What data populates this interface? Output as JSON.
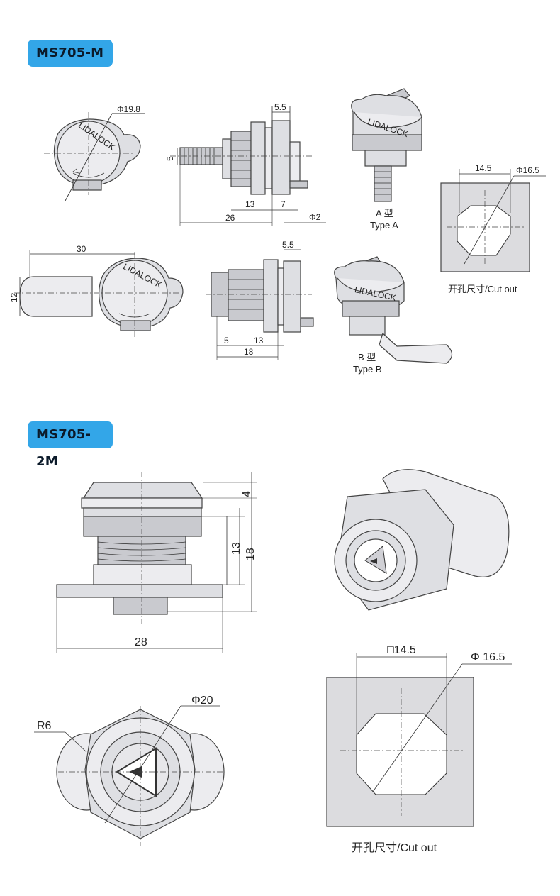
{
  "section1": {
    "badge": "MS705-M",
    "front_view": {
      "diameter": "Φ19.8",
      "stamp": "LIDALOCK"
    },
    "side_view_a": {
      "dim_top": "5.5",
      "dim_left": "5",
      "dim_13": "13",
      "dim_7": "7",
      "dim_26": "26",
      "dim_pin": "Φ2"
    },
    "photo_a": {
      "caption_cn": "A 型",
      "caption_en": "Type A",
      "stamp": "LIDALOCK"
    },
    "cutout": {
      "dim_square": "14.5",
      "dim_circle": "Φ16.5",
      "caption": "开孔尺寸/Cut out"
    },
    "front_cam_view": {
      "dim_30": "30",
      "dim_12": "12",
      "stamp": "LIDALOCK"
    },
    "side_view_b": {
      "dim_top": "5.5",
      "dim_5": "5",
      "dim_13": "13",
      "dim_18": "18"
    },
    "photo_b": {
      "caption_cn": "B 型",
      "caption_en": "Type B",
      "stamp": "LIDALOCK"
    }
  },
  "section2": {
    "badge": "MS705-2M",
    "side_view": {
      "dim_4": "4",
      "dim_13": "13",
      "dim_18": "18",
      "dim_28": "28"
    },
    "front_view": {
      "dim_r": "R6",
      "dim_diameter": "Φ20"
    },
    "cutout": {
      "dim_square": "□14.5",
      "dim_circle": "Φ 16.5",
      "caption": "开孔尺寸/Cut out"
    }
  },
  "colors": {
    "badge_bg": "#33a6e8",
    "metal": "#dedfe3",
    "line": "#333333"
  },
  "icons": [
    "triangle-key-icon",
    "keyhole-icon"
  ]
}
